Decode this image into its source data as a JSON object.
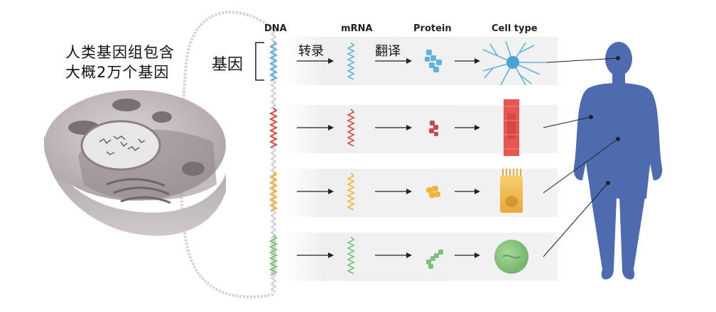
{
  "intro": {
    "line1": "人类基因组包含",
    "line2": "大概2万个基因"
  },
  "headers": {
    "dna": "DNA",
    "mrna": "mRNA",
    "protein": "Protein",
    "cell_type": "Cell type"
  },
  "labels": {
    "gene": "基因",
    "transcription": "转录",
    "translation": "翻译"
  },
  "rows": [
    {
      "color": "#5fb4dc",
      "cell": "neuron",
      "body_part": "brain"
    },
    {
      "color": "#d84a4a",
      "cell": "muscle-cell",
      "body_part": "arm"
    },
    {
      "color": "#f0b43c",
      "cell": "epithelial-cell",
      "body_part": "abdomen"
    },
    {
      "color": "#7cc07c",
      "cell": "round-cell",
      "body_part": "leg"
    }
  ],
  "colors": {
    "human_body": "#4e6bb0",
    "cell_body": "#b9b0b3",
    "nucleus": "#e9e6e6",
    "arrow": "#222222"
  }
}
